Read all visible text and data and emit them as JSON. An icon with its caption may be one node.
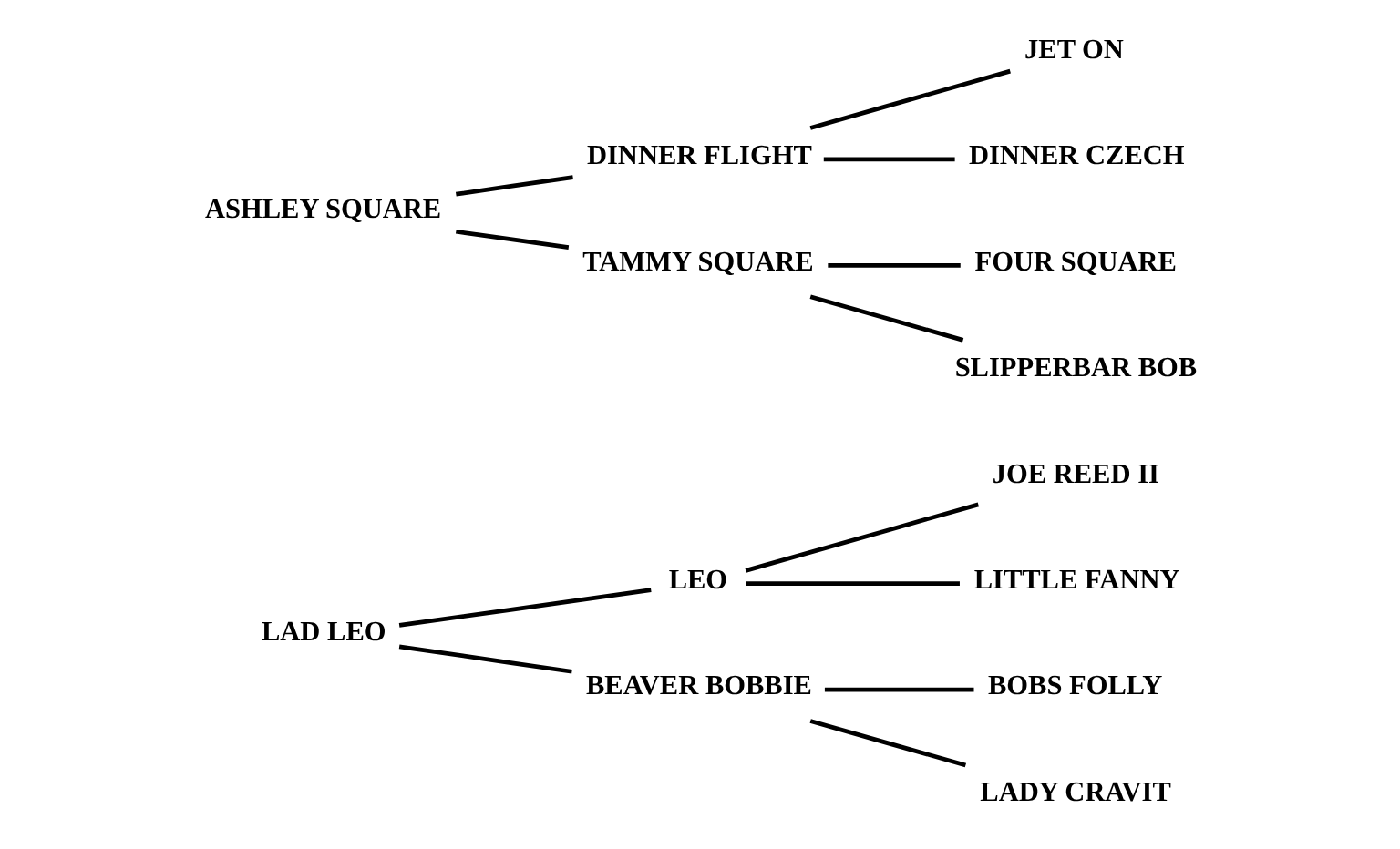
{
  "diagram": {
    "nodes": [
      {
        "text": [
          "LAD LEO"
        ]
      },
      {
        "text": [
          "LEO"
        ]
      },
      {
        "text": [
          "BEAVER BOBBIE"
        ]
      },
      {
        "text": [
          "JOE REED II"
        ]
      },
      {
        "text": [
          "LITTLE FANNY"
        ]
      },
      {
        "text": [
          "BOBS FOLLY"
        ]
      },
      {
        "text": [
          "LADY CRAVIT"
        ]
      },
      {
        "text": [
          "ASHLEY SQUARE"
        ]
      },
      {
        "text": [
          "DINNER FLIGHT"
        ]
      },
      {
        "text": [
          "TAMMY SQUARE"
        ]
      },
      {
        "text": [
          "JET ON"
        ]
      },
      {
        "text": [
          "DINNER CZECH"
        ]
      },
      {
        "text": [
          "FOUR SQUARE"
        ]
      },
      {
        "text": [
          "SLIPPERBAR BOB"
        ]
      }
    ],
    "edges": [
      {
        "from": 0,
        "to": 1,
        "arrow": "none"
      },
      {
        "from": 0,
        "to": 2,
        "arrow": "none"
      },
      {
        "from": 1,
        "to": 3,
        "arrow": "none"
      },
      {
        "from": 1,
        "to": 4,
        "arrow": "none"
      },
      {
        "from": 2,
        "to": 5,
        "arrow": "none"
      },
      {
        "from": 2,
        "to": 6,
        "arrow": "none"
      },
      {
        "from": 7,
        "to": 8,
        "arrow": "none"
      },
      {
        "from": 7,
        "to": 9,
        "arrow": "none"
      },
      {
        "from": 8,
        "to": 10,
        "arrow": "none"
      },
      {
        "from": 8,
        "to": 11,
        "arrow": "none"
      },
      {
        "from": 9,
        "to": 12,
        "arrow": "none"
      },
      {
        "from": 9,
        "to": 13,
        "arrow": "none"
      }
    ]
  }
}
